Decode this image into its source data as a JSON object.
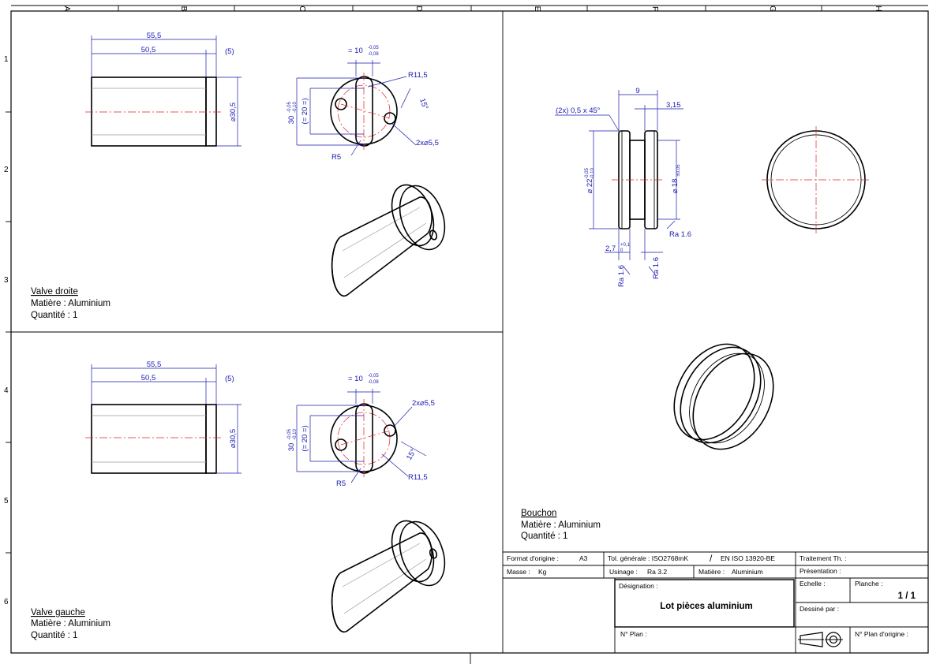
{
  "grid": {
    "columns": [
      "A",
      "B",
      "C",
      "D",
      "E",
      "F",
      "G",
      "H"
    ],
    "rows": [
      "1",
      "2",
      "3",
      "4",
      "5",
      "6"
    ]
  },
  "views": {
    "valve_droite": {
      "title": "Valve droite",
      "material": "Matière : Aluminium",
      "quantity": "Quantité : 1",
      "dims": {
        "len_total": "55,5",
        "len_body": "50,5",
        "len_head": "(5)",
        "diam": "⌀30,5",
        "width_flat": "= 10",
        "width_flat_tol_up": "-0,05",
        "width_flat_tol_dn": "-0,08",
        "height": "30",
        "height_tol_up": "-0,05",
        "height_tol_dn": "-0,10",
        "inner": "(= 20 =)",
        "radius": "R11,5",
        "angle": "15°",
        "holes": "2x⌀5,5",
        "r5": "R5"
      }
    },
    "valve_gauche": {
      "title": "Valve gauche",
      "material": "Matière : Aluminium",
      "quantity": "Quantité : 1",
      "dims": {
        "len_total": "55,5",
        "len_body": "50,5",
        "len_head": "(5)",
        "diam": "⌀30,5",
        "width_flat": "= 10",
        "width_flat_tol_up": "-0,05",
        "width_flat_tol_dn": "-0,08",
        "height": "30",
        "height_tol_up": "-0,05",
        "height_tol_dn": "-0,10",
        "inner": "(= 20 =)",
        "radius": "R11,5",
        "angle": "15°",
        "holes": "2x⌀5,5",
        "r5": "R5"
      }
    },
    "bouchon": {
      "title": "Bouchon",
      "material": "Matière : Aluminium",
      "quantity": "Quantité : 1",
      "dims": {
        "width": "9",
        "groove": "3,15",
        "chamfer": "(2x) 0,5 x 45°",
        "diam_outer": "⌀ 22",
        "diam_outer_tol_up": "-0,05",
        "diam_outer_tol_dn": "-0,10",
        "diam_groove": "⌀ 18",
        "diam_groove_tol": "±0,05",
        "flange": "2,7",
        "flange_tol_up": "+0,1",
        "flange_tol_dn": "0",
        "ra_a": "Ra 1.6",
        "ra_b": "Ra 1.6",
        "ra_c": "Ra 1.6"
      }
    }
  },
  "title_block": {
    "format_label": "Format d'origine :",
    "format_value": "A3",
    "tolerance_label": "Tol. générale : ISO2768mK",
    "tolerance_sep": "/",
    "tolerance_std": "EN ISO 13920-BE",
    "treatment_label": "Traitement Th. :",
    "mass_label": "Masse :",
    "mass_value": "Kg",
    "machining_label": "Usinage :",
    "machining_value": "Ra 3.2",
    "material_label": "Matière :",
    "material_value": "Aluminium",
    "presentation_label": "Présentation :",
    "designation_label": "Désignation :",
    "designation_value": "Lot pièces aluminium",
    "scale_label": "Echelle :",
    "sheet_label": "Planche :",
    "sheet_value": "1 / 1",
    "drawn_by_label": "Dessiné par :",
    "plan_label": "N° Plan :",
    "origin_plan_label": "N° Plan d'origine :"
  }
}
